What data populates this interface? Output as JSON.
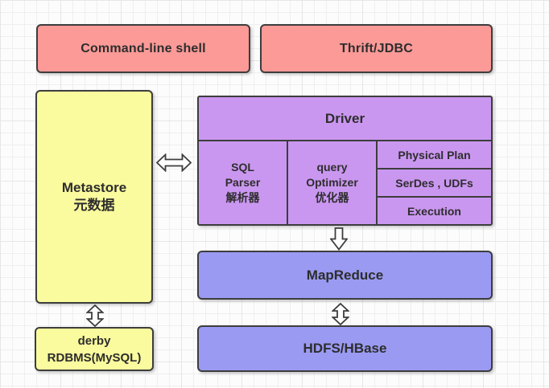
{
  "canvas": {
    "background": "#fcfcfc",
    "grid_color": "#efefef",
    "border_color": "#3d3d3d",
    "text_color": "#2d2d2d"
  },
  "palette": {
    "pink": "#fb9a97",
    "yellow": "#fafa9e",
    "purple": "#ca97f0",
    "blue": "#9a9af3"
  },
  "boxes": {
    "cmd_shell": {
      "label": "Command-line shell",
      "color": "#fb9a97"
    },
    "thrift": {
      "label": "Thrift/JDBC",
      "color": "#fb9a97"
    },
    "metastore": {
      "line1": "Metastore",
      "line2": "元数据",
      "color": "#fafa9e"
    },
    "driver": {
      "label": "Driver",
      "color": "#ca97f0"
    },
    "sql_parser": {
      "line1": "SQL",
      "line2": "Parser",
      "line3": "解析器"
    },
    "query_optimizer": {
      "line1": "query",
      "line2": "Optimizer",
      "line3": "优化器"
    },
    "physical_plan": {
      "label": "Physical Plan"
    },
    "serdes_udfs": {
      "label": "SerDes , UDFs"
    },
    "execution": {
      "label": "Execution"
    },
    "mapreduce": {
      "label": "MapReduce",
      "color": "#9a9af3"
    },
    "hdfs_hbase": {
      "label": "HDFS/HBase",
      "color": "#9a9af3"
    },
    "derby": {
      "line1": "derby",
      "line2": "RDBMS(MySQL)",
      "color": "#fafa9e"
    }
  },
  "arrows": {
    "metastore_driver": "horizontal-double-arrow",
    "driver_mapreduce": "down-arrow",
    "mapreduce_hdfs": "vertical-double-arrow",
    "metastore_derby": "vertical-double-arrow"
  }
}
